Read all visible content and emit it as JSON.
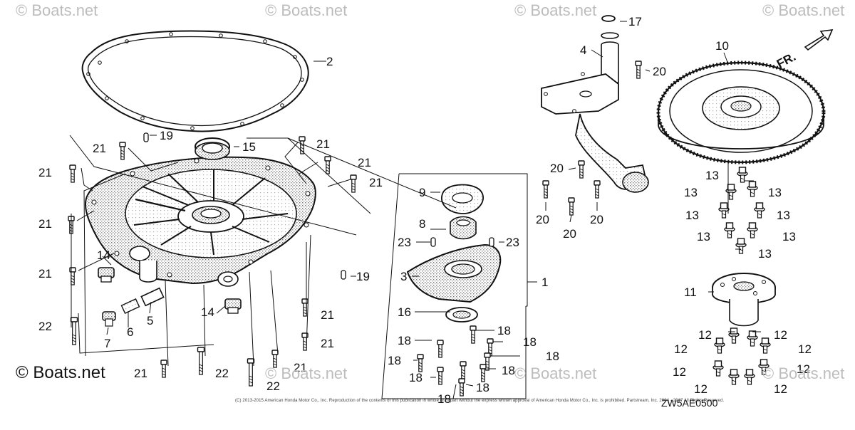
{
  "watermarks": {
    "w1": "© Boats.net",
    "w2": "© Boats.net",
    "w3": "© Boats.net",
    "w4": "© Boats.net",
    "w5": "© Boats.net",
    "w6": "© Boats.net",
    "w7": "© Boats.net",
    "bottom_left": "© Boats.net"
  },
  "copyright_line": "(C) 2013-2015 American Honda Motor Co., Inc. Reproduction of the contents of this publication in whole or in part without the express written approval of American Honda Motor Co., Inc. is prohibited. Partstream, Inc. 2004 - 2017 All Rights Reserved.",
  "diagram_code": "ZW5AE0500",
  "direction_label": "FR.",
  "callouts": {
    "c1": "1",
    "c2": "2",
    "c3": "3",
    "c4": "4",
    "c5": "5",
    "c6": "6",
    "c7": "7",
    "c8": "8",
    "c9": "9",
    "c10": "10",
    "c11": "11",
    "c12": "12",
    "c13": "13",
    "c14": "14",
    "c15": "15",
    "c16": "16",
    "c17": "17",
    "c18": "18",
    "c19": "19",
    "c20": "20",
    "c21": "21",
    "c22": "22",
    "c23": "23"
  }
}
